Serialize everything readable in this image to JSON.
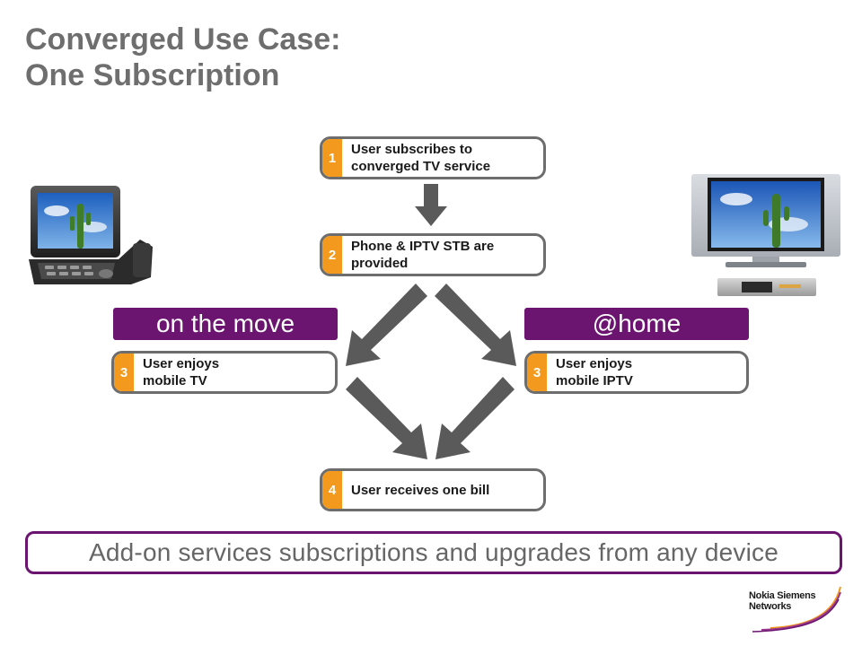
{
  "title": {
    "line1": "Converged Use Case:",
    "line2": "One Subscription"
  },
  "steps": [
    {
      "num": "1",
      "text": "User subscribes to converged TV service"
    },
    {
      "num": "2",
      "text": "Phone & IPTV STB are provided"
    },
    {
      "num": "3",
      "text": "User enjoys mobile TV"
    },
    {
      "num": "3",
      "text": "User enjoys mobile IPTV"
    },
    {
      "num": "4",
      "text": "User receives one bill"
    }
  ],
  "banners": {
    "move": "on the move",
    "home": "@home"
  },
  "addon": "Add-on services subscriptions and upgrades from any device",
  "logo": {
    "line1": "Nokia Siemens",
    "line2": "Networks"
  },
  "colors": {
    "accent_orange": "#f39a1e",
    "brand_purple": "#6b1470",
    "border_gray": "#6d6d6d"
  },
  "icons": [
    "mobile-phone-icon",
    "television-icon",
    "set-top-box-icon",
    "logo-swoosh-icon"
  ]
}
